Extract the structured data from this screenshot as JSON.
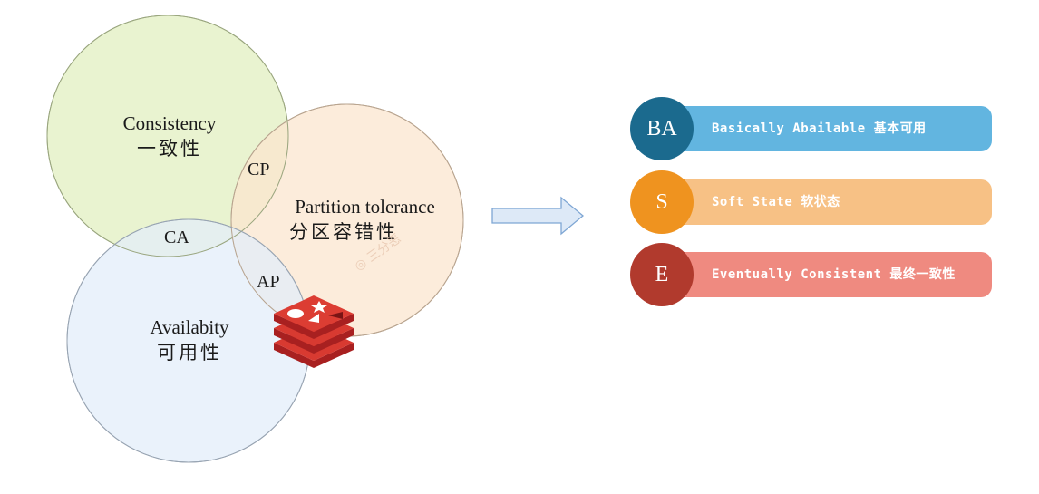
{
  "venn": {
    "consistency": {
      "label": "Consistency",
      "cn": "一致性",
      "color": "#e6f2c9"
    },
    "partition": {
      "label": "Partition tolerance",
      "cn": "分区容错性",
      "color": "#fbe6d2"
    },
    "availability": {
      "label": "Availabity",
      "cn": "可用性",
      "color": "#e6f0fa"
    },
    "intersections": {
      "cp": "CP",
      "ca": "CA",
      "ap": "AP"
    }
  },
  "watermark": "三分恶",
  "base": {
    "items": [
      {
        "badge": "BA",
        "text": "Basically Abailable 基本可用",
        "badge_color": "#1b6a8e",
        "bar_color": "#62b5e0"
      },
      {
        "badge": "S",
        "text": "Soft State 软状态",
        "badge_color": "#ef931f",
        "bar_color": "#f7c185"
      },
      {
        "badge": "E",
        "text": "Eventually Consistent 最终一致性",
        "badge_color": "#b13a2d",
        "bar_color": "#ef8a80"
      }
    ]
  },
  "icons": {
    "arrow": "right-arrow-icon",
    "logo": "redis-logo-icon",
    "watermark_icon": "wechat-icon"
  }
}
